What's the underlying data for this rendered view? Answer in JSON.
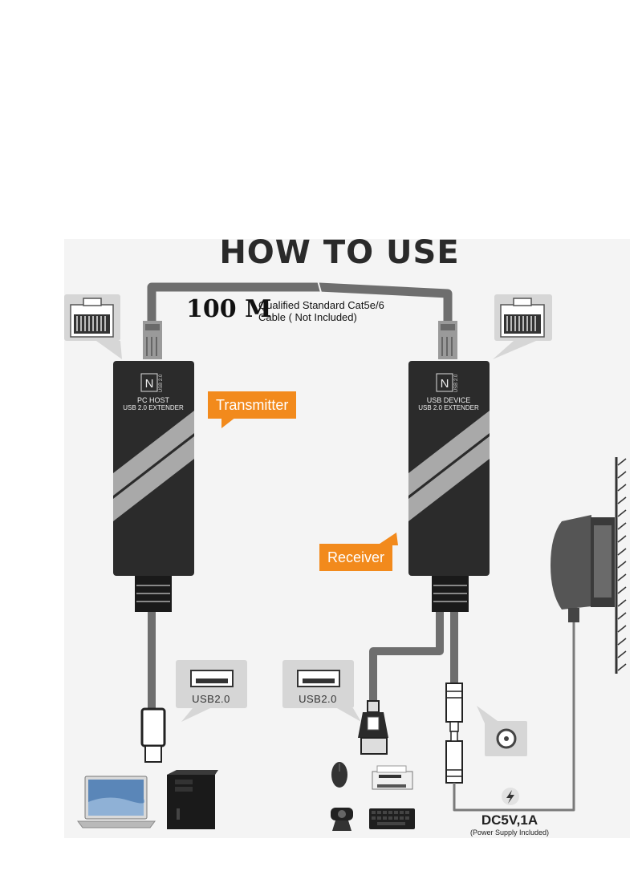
{
  "title": "HOW TO USE",
  "cable": {
    "speed": "100 M",
    "line1": "Qualified Standard Cat5e/6",
    "line2": "Cable ( Not Included)"
  },
  "transmitter": {
    "tag": "Transmitter",
    "device_line1": "PC HOST",
    "device_line2": "USB 2.0 EXTENDER",
    "badge_letter": "N",
    "badge_sub": "USB 2.0"
  },
  "receiver": {
    "tag": "Receiver",
    "device_line1": "USB DEVICE",
    "device_line2": "USB 2.0 EXTENDER",
    "badge_letter": "N",
    "badge_sub": "USB 2.0"
  },
  "ports": {
    "usb_left": "USB2.0",
    "usb_right": "USB2.0"
  },
  "power": {
    "rating": "DC5V,1A",
    "note": "(Power Supply Included)"
  },
  "colors": {
    "accent": "#f28a1c",
    "device_body": "#2b2b2b",
    "stripe": "#a9a9a9",
    "panel": "#f4f4f4"
  }
}
